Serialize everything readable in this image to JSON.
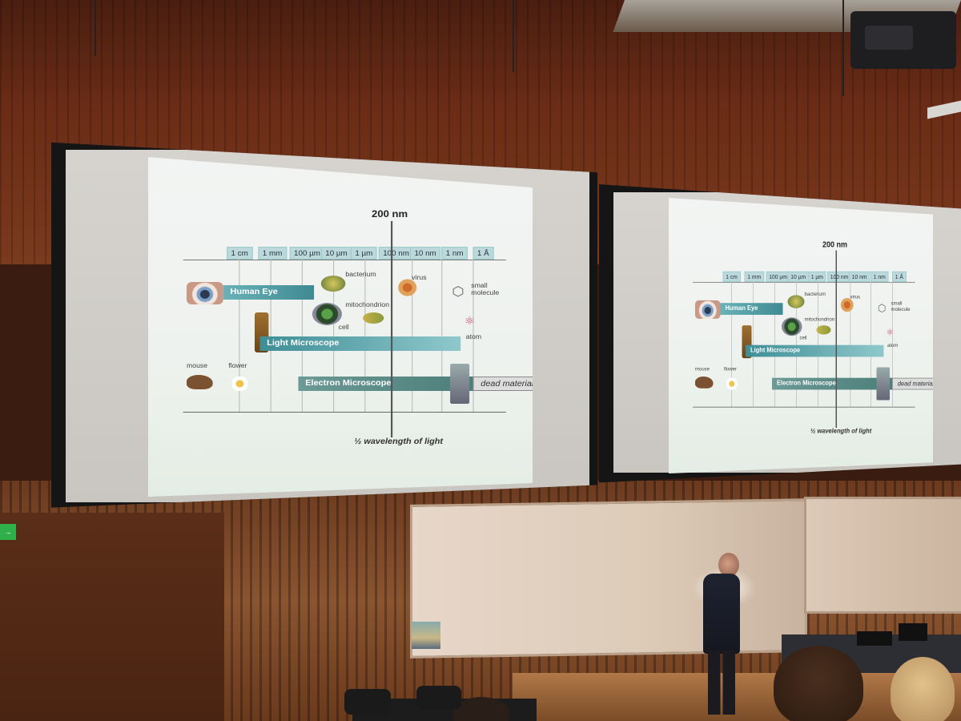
{
  "slide": {
    "size_tag": "200 nm",
    "ticks": [
      "1 cm",
      "1 mm",
      "100 µm",
      "10 µm",
      "1 µm",
      "100 nm",
      "10 nm",
      "1 nm",
      "1 Å"
    ],
    "human_eye": "Human Eye",
    "light_microscope": "Light Microscope",
    "electron_microscope": "Electron Microscope",
    "dead_material": "dead material",
    "half_wavelength": "½ wavelength of light",
    "labels": {
      "bacterium": "bacterium",
      "virus": "virus",
      "small_molecule": "small molecule",
      "mitochondrion": "mitochondrion",
      "cell": "cell",
      "atom": "atom",
      "mouse": "mouse",
      "flower": "flower"
    }
  },
  "colors": {
    "bar_teal": "#3f8a93",
    "wall": "#6a2c16",
    "exit_sign": "#2fb04a"
  }
}
